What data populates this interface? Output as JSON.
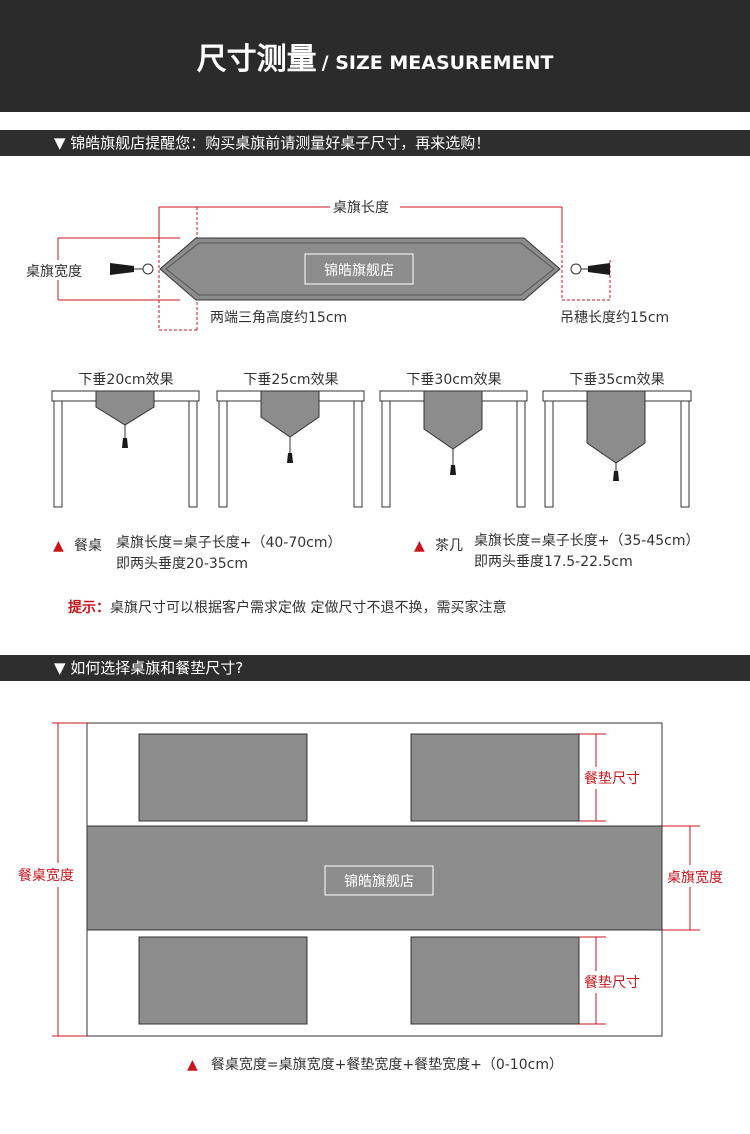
{
  "header": {
    "title_cn": "尺寸测量",
    "title_en": "/ SIZE MEASUREMENT"
  },
  "section1": {
    "bar_text": "▼ 锦皓旗舰店提醒您：购买桌旗前请测量好桌子尺寸，再来选购！"
  },
  "diagram1": {
    "runner_length_label": "桌旗长度",
    "runner_width_label": "桌旗宽度",
    "brand_label": "锦皓旗舰店",
    "triangle_height_label": "两端三角高度约15cm",
    "tassel_length_label": "吊穗长度约15cm"
  },
  "drops": [
    {
      "label": "下垂20cm效果",
      "level": 20
    },
    {
      "label": "下垂25cm效果",
      "level": 25
    },
    {
      "label": "下垂30cm效果",
      "level": 30
    },
    {
      "label": "下垂35cm效果",
      "level": 35
    }
  ],
  "formulas": {
    "dining": {
      "name": "餐桌",
      "line1": "桌旗长度=桌子长度+（40-70cm）",
      "line2": "即两头垂度20-35cm"
    },
    "tea": {
      "name": "茶几",
      "line1": "桌旗长度=桌子长度+（35-45cm）",
      "line2": "即两头垂度17.5-22.5cm"
    }
  },
  "tip": {
    "label": "提示：",
    "text": "桌旗尺寸可以根据客户需求定做 定做尺寸不退不换，需买家注意"
  },
  "section2": {
    "bar_text": "▼ 如何选择桌旗和餐垫尺寸?"
  },
  "diagram2": {
    "table_width_label": "餐桌宽度",
    "runner_width_label": "桌旗宽度",
    "placemat_label_top": "餐垫尺寸",
    "placemat_label_bottom": "餐垫尺寸",
    "brand_label": "锦皓旗舰店"
  },
  "bottom_formula": "餐桌宽度=桌旗宽度+餐垫宽度+餐垫宽度+（0-10cm）",
  "colors": {
    "header_bg": "#2b2b2b",
    "gray_fill": "#8c8c8c",
    "accent_red": "#c8161d"
  }
}
